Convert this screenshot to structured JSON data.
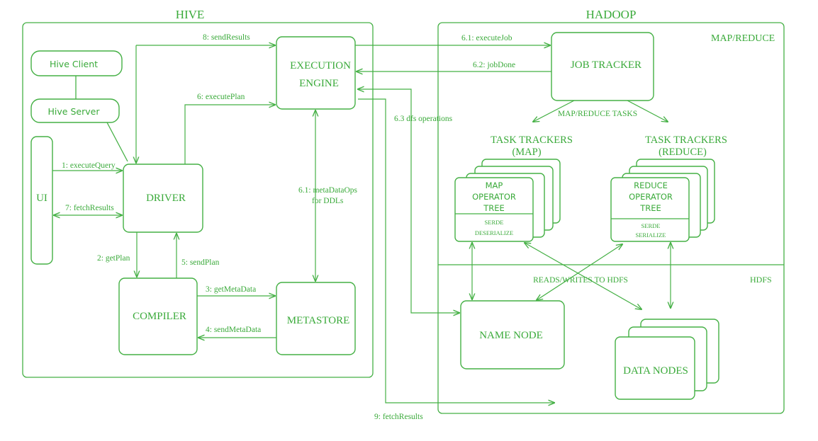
{
  "hive": {
    "title": "HIVE",
    "client": "Hive Client",
    "server": "Hive Server",
    "ui": "UI",
    "driver": "DRIVER",
    "compiler": "COMPILER",
    "metastore": "METASTORE",
    "engine_line1": "EXECUTION",
    "engine_line2": "ENGINE"
  },
  "hadoop": {
    "title": "HADOOP",
    "mapreduce": "MAP/REDUCE",
    "hdfs": "HDFS",
    "job_tracker": "JOB TRACKER",
    "mr_tasks": "MAP/REDUCE TASKS",
    "tt_map_line1": "TASK TRACKERS",
    "tt_map_line2": "(MAP)",
    "tt_reduce_line1": "TASK TRACKERS",
    "tt_reduce_line2": "(REDUCE)",
    "map_tree_line1": "MAP",
    "map_tree_line2": "OPERATOR",
    "map_tree_line3": "TREE",
    "map_serde": "SERDE",
    "map_deserialize": "DESERIALIZE",
    "reduce_tree_line1": "REDUCE",
    "reduce_tree_line2": "OPERATOR",
    "reduce_tree_line3": "TREE",
    "reduce_serde": "SERDE",
    "reduce_serialize": "SERIALIZE",
    "reads_writes": "READS/WRITES TO HDFS",
    "name_node": "NAME NODE",
    "data_nodes": "DATA NODES"
  },
  "edges": {
    "execute_query": "1: executeQuery",
    "get_plan": "2: getPlan",
    "get_meta": "3: getMetaData",
    "send_meta": "4: sendMetaData",
    "send_plan": "5: sendPlan",
    "execute_plan": "6: executePlan",
    "meta_ops_line1": "6.1: metaDataOps",
    "meta_ops_line2": "for DDLs",
    "execute_job": "6.1: executeJob",
    "job_done": "6.2: jobDone",
    "dfs_ops": "6.3 dfs operations",
    "fetch_results_7": "7: fetchResults",
    "send_results": "8: sendResults",
    "fetch_results_9": "9: fetchResults"
  },
  "colors": {
    "accent": "#45b045"
  }
}
